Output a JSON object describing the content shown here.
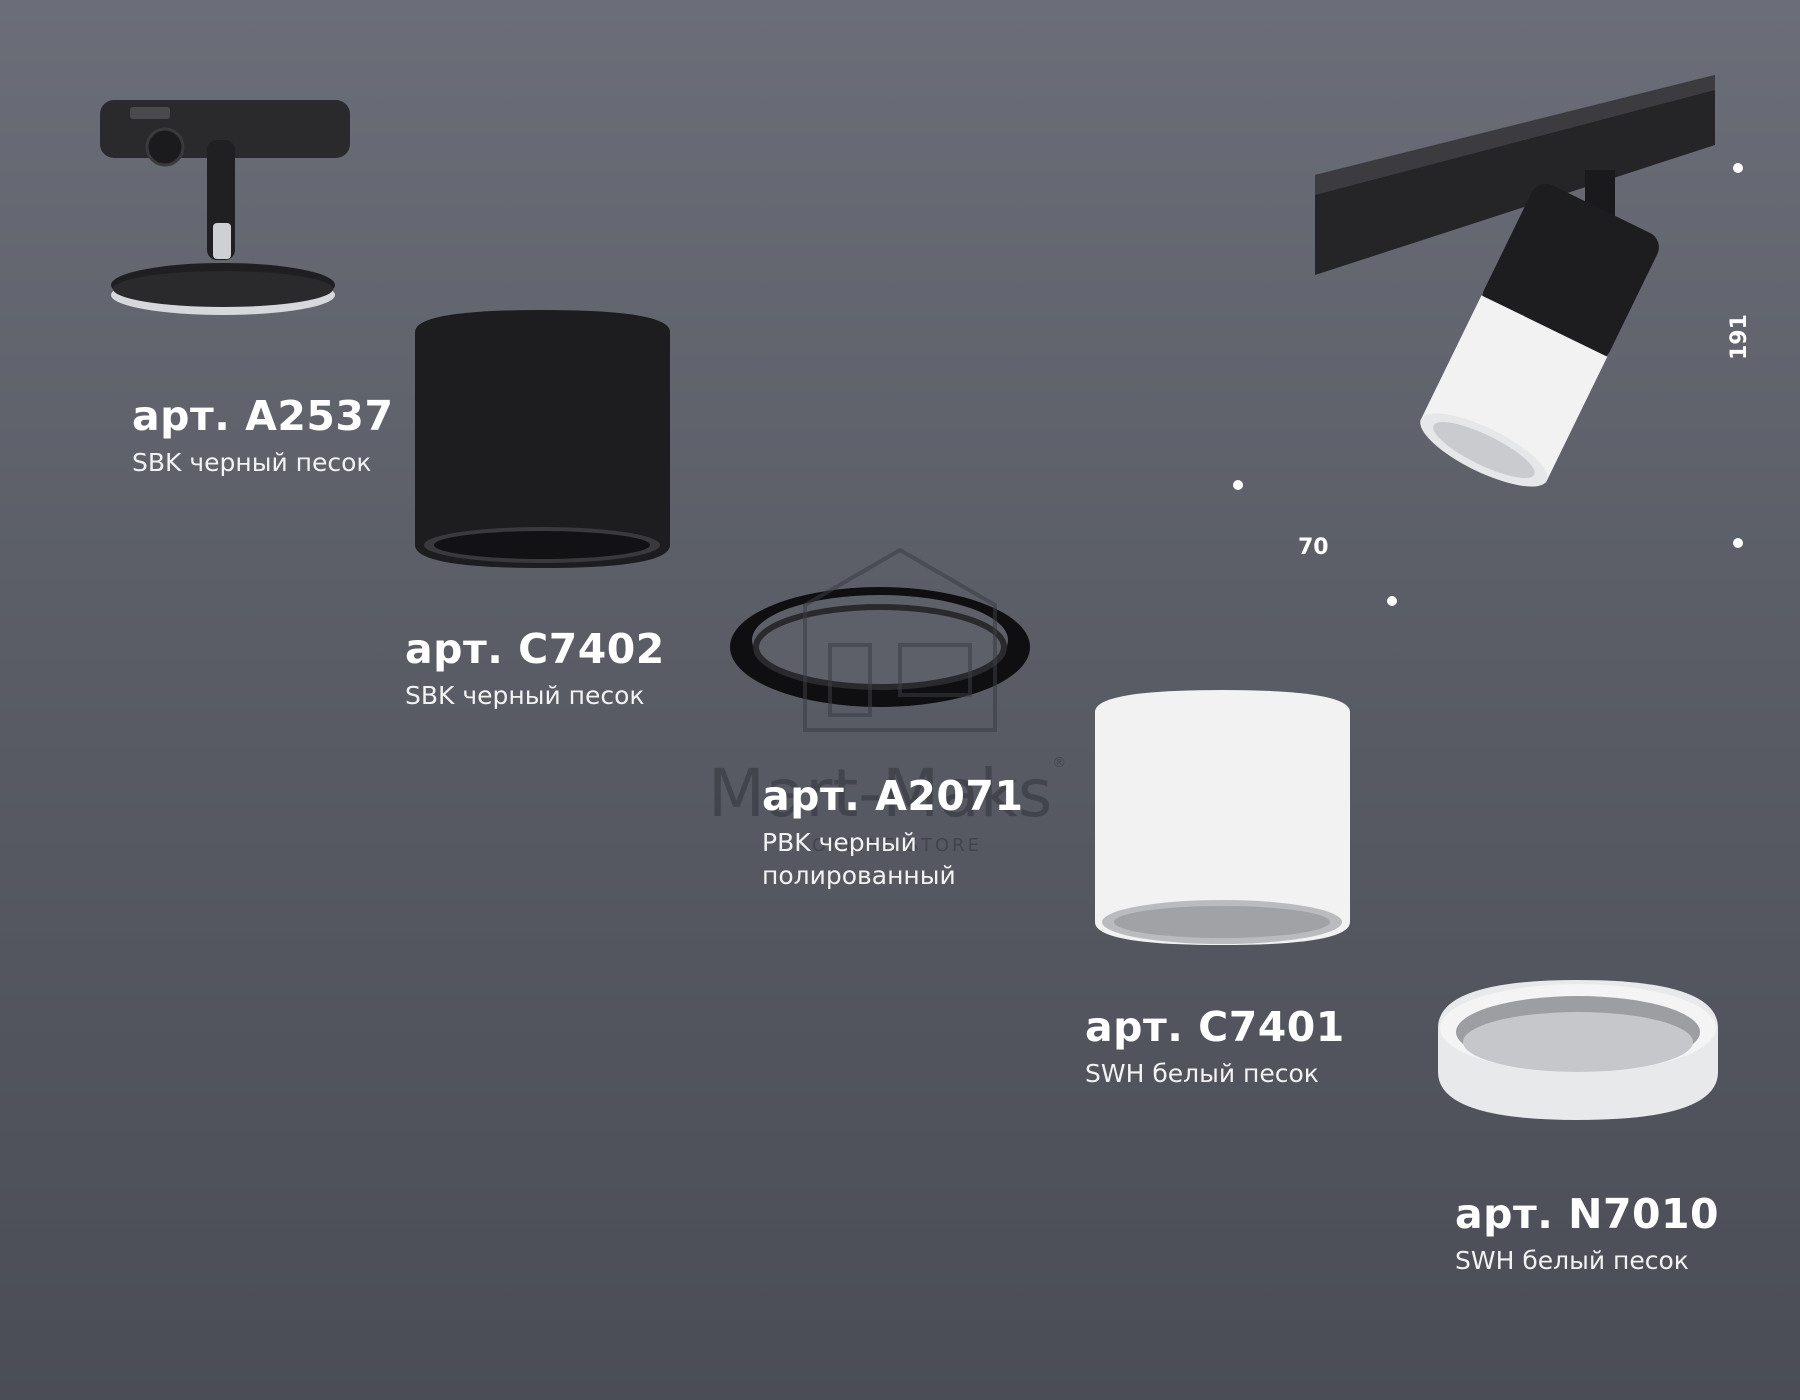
{
  "products": [
    {
      "article": "арт. A2537",
      "finish": "SBK черный песок"
    },
    {
      "article": "арт. C7402",
      "finish": "SBK черный песок"
    },
    {
      "article": "арт. A2071",
      "finish": "PBK черный полированный"
    },
    {
      "article": "арт. C7401",
      "finish": "SWH белый песок"
    },
    {
      "article": "арт. N7010",
      "finish": "SWH белый песок"
    }
  ],
  "dimensions": {
    "width": "70",
    "height": "191"
  },
  "watermark": {
    "brand": "Mart-Maks",
    "tagline": "ONLINE STORE",
    "mark": "®"
  },
  "colors": {
    "background": "#5e616a",
    "black_finish": "#1d1d1f",
    "white_finish": "#f2f2f2",
    "text": "#ffffff"
  }
}
